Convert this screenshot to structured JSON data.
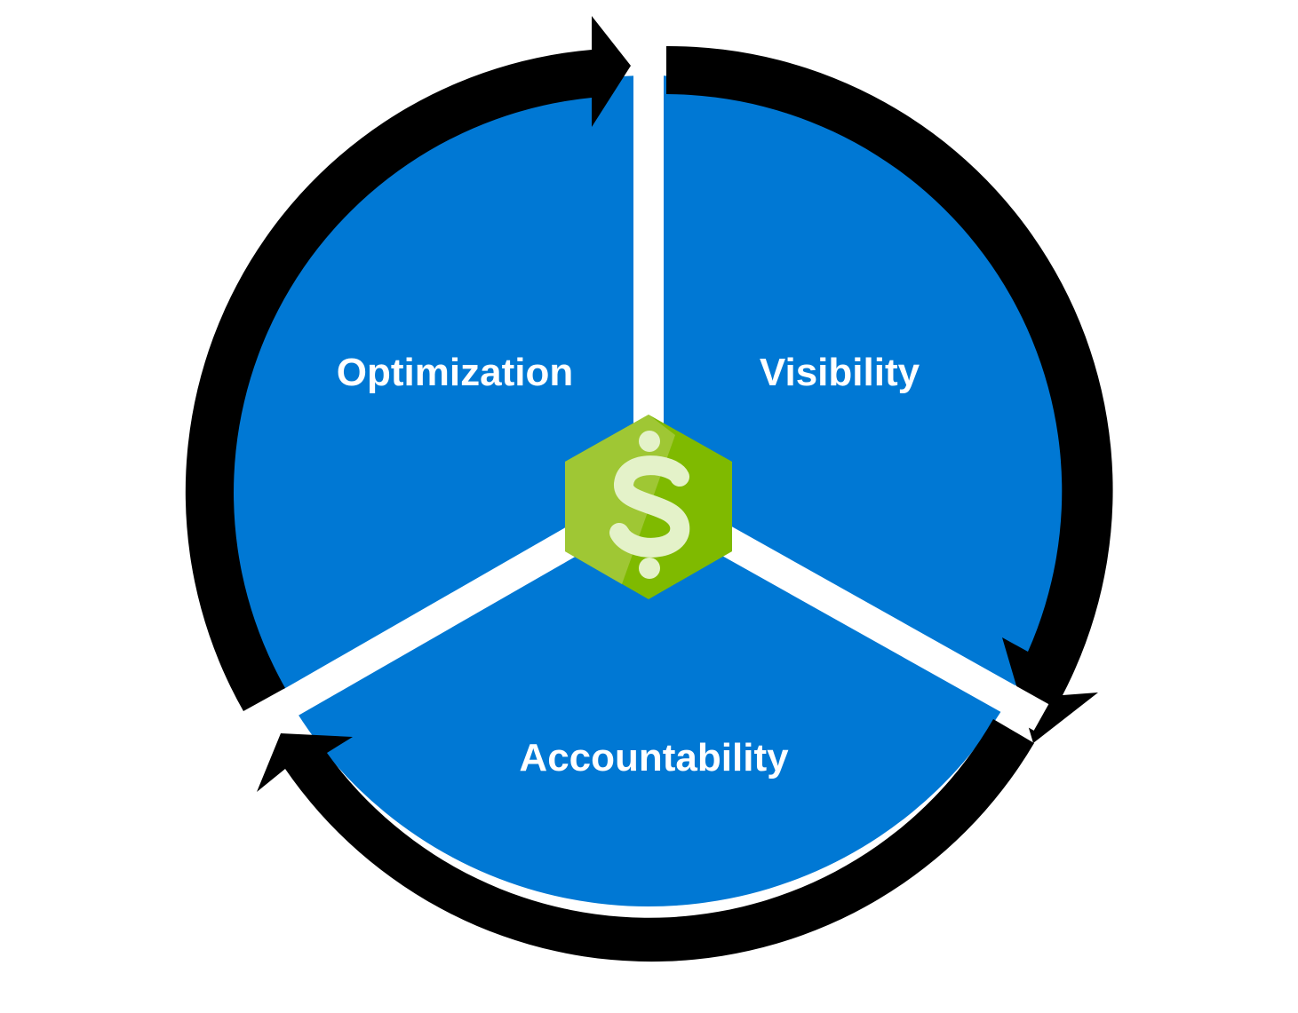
{
  "segments": [
    {
      "label": "Optimization"
    },
    {
      "label": "Visibility"
    },
    {
      "label": "Accountability"
    }
  ],
  "center_icon": {
    "name": "dollar-hexagon-icon",
    "glyph": "$"
  },
  "colors": {
    "segment_fill": "#0078D4",
    "cycle_arrow": "#000000",
    "divider": "#ffffff",
    "hex_light": "#a3c93a",
    "hex_dark": "#7fba00",
    "dollar": "#e4f2c9"
  }
}
